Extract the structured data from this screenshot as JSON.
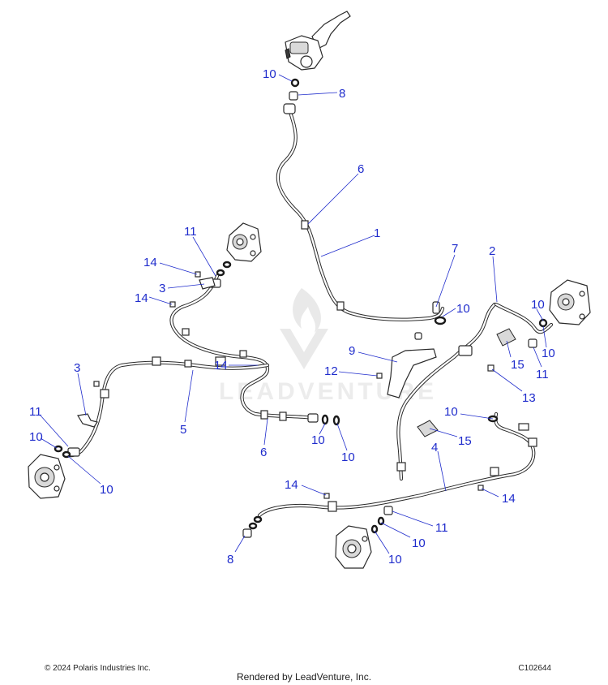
{
  "diagram": {
    "callouts": [
      {
        "id": "c-10-a",
        "text": "10"
      },
      {
        "id": "c-8-a",
        "text": "8"
      },
      {
        "id": "c-6-a",
        "text": "6"
      },
      {
        "id": "c-1",
        "text": "1"
      },
      {
        "id": "c-11-a",
        "text": "11"
      },
      {
        "id": "c-14-a",
        "text": "14"
      },
      {
        "id": "c-3-a",
        "text": "3"
      },
      {
        "id": "c-14-b",
        "text": "14"
      },
      {
        "id": "c-7",
        "text": "7"
      },
      {
        "id": "c-10-b",
        "text": "10"
      },
      {
        "id": "c-2",
        "text": "2"
      },
      {
        "id": "c-10-c",
        "text": "10"
      },
      {
        "id": "c-10-d",
        "text": "10"
      },
      {
        "id": "c-11-b",
        "text": "11"
      },
      {
        "id": "c-15-a",
        "text": "15"
      },
      {
        "id": "c-9",
        "text": "9"
      },
      {
        "id": "c-12",
        "text": "12"
      },
      {
        "id": "c-13",
        "text": "13"
      },
      {
        "id": "c-14-c",
        "text": "14"
      },
      {
        "id": "c-3-b",
        "text": "3"
      },
      {
        "id": "c-5",
        "text": "5"
      },
      {
        "id": "c-6-b",
        "text": "6"
      },
      {
        "id": "c-10-e",
        "text": "10"
      },
      {
        "id": "c-10-f",
        "text": "10"
      },
      {
        "id": "c-11-c",
        "text": "11"
      },
      {
        "id": "c-10-g",
        "text": "10"
      },
      {
        "id": "c-10-h",
        "text": "10"
      },
      {
        "id": "c-10-i",
        "text": "10"
      },
      {
        "id": "c-15-b",
        "text": "15"
      },
      {
        "id": "c-4",
        "text": "4"
      },
      {
        "id": "c-14-d",
        "text": "14"
      },
      {
        "id": "c-14-e",
        "text": "14"
      },
      {
        "id": "c-8-b",
        "text": "8"
      },
      {
        "id": "c-11-d",
        "text": "11"
      },
      {
        "id": "c-10-j",
        "text": "10"
      },
      {
        "id": "c-10-k",
        "text": "10"
      }
    ],
    "watermark": "LEADVENTURE",
    "callout_color": "#1f2ccc"
  },
  "footer": {
    "copyright": "© 2024 Polaris Industries Inc.",
    "rendered_by": "Rendered by LeadVenture, Inc.",
    "code": "C102644"
  }
}
